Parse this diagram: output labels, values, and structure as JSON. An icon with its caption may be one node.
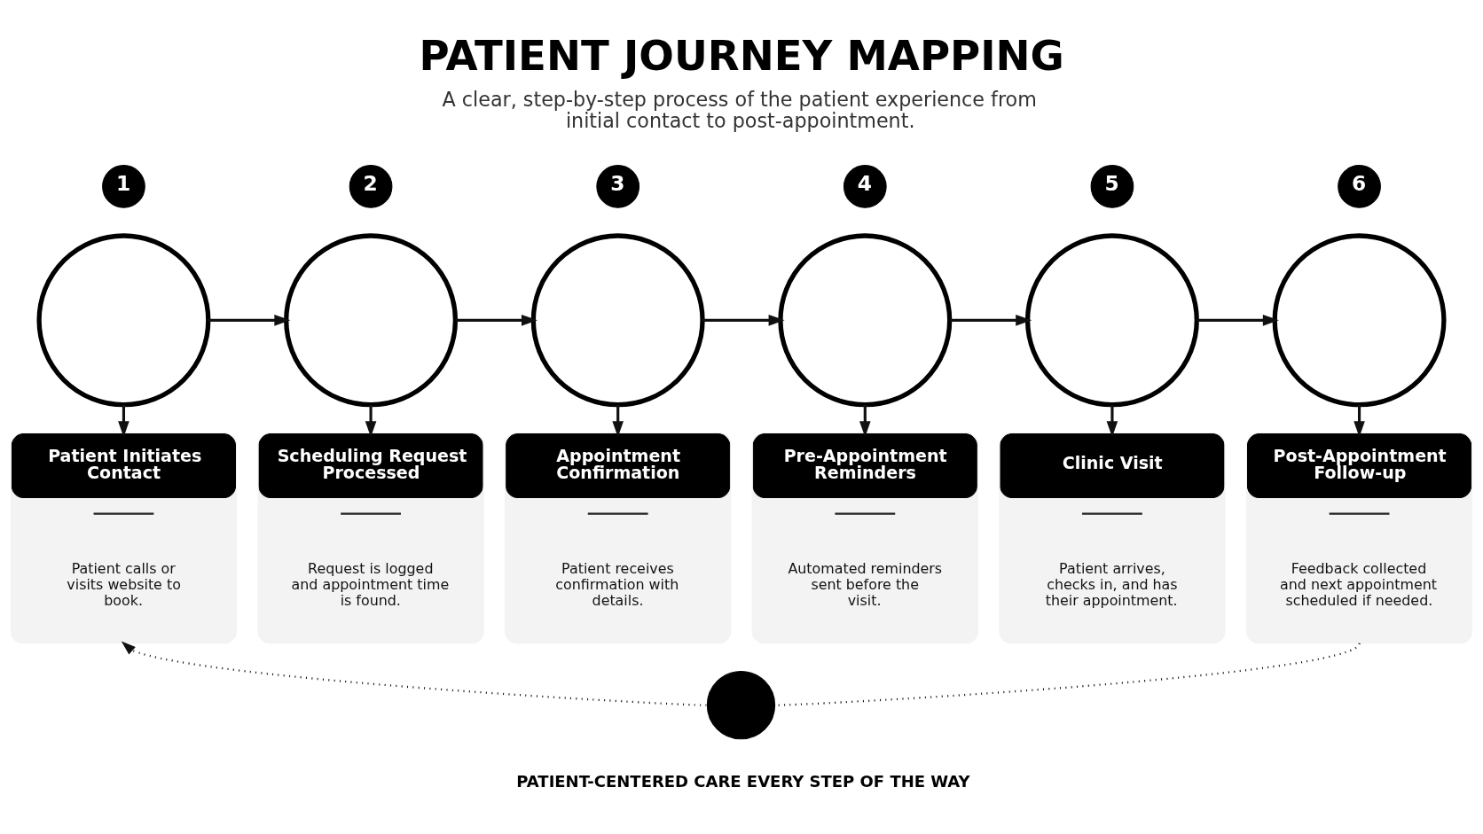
{
  "diagram": {
    "title": "PATIENT JOURNEY MAPPING",
    "nodes": [
      {
        "text": [
          "1"
        ]
      },
      {
        "text": [
          "2"
        ]
      },
      {
        "text": [
          "3"
        ]
      },
      {
        "text": [
          "4"
        ]
      },
      {
        "text": [
          "5"
        ]
      },
      {
        "text": [
          "6"
        ]
      },
      {
        "text": [],
        "shape": "circle"
      },
      {
        "text": [],
        "shape": "circle"
      },
      {
        "text": [],
        "shape": "circle"
      },
      {
        "text": [],
        "shape": "circle"
      },
      {
        "text": [],
        "shape": "circle"
      },
      {
        "text": [],
        "shape": "circle"
      },
      {
        "text": [
          "Patient Initiates Contact",
          "Patient calls or visits website to book."
        ]
      },
      {
        "text": [
          "Scheduling Request Processed",
          "Request is logged and appointment time is found."
        ]
      },
      {
        "text": [
          "Appointment Confirmation",
          "Patient receives confirmation with details."
        ]
      },
      {
        "text": [
          "Pre-Appointment Reminders",
          "Automated reminders sent before the visit."
        ]
      },
      {
        "text": [
          "Clinic Visit",
          "Patient arrives, checks in, and has their appointment."
        ]
      },
      {
        "text": [
          "Post-Appointment Follow-up",
          "Feedback collected and next appointment scheduled if needed."
        ]
      },
      {
        "text": [],
        "shape": "circle",
        "beside": [
          "PATIENT-CENTERED CARE EVERY STEP OF THE WAY"
        ]
      }
    ],
    "edges": [
      {
        "from": 6,
        "to": 7,
        "arrow": "to"
      },
      {
        "from": 7,
        "to": 8,
        "arrow": "to"
      },
      {
        "from": 8,
        "to": 9,
        "arrow": "to"
      },
      {
        "from": 9,
        "to": 10,
        "arrow": "to"
      },
      {
        "from": 10,
        "to": 11,
        "arrow": "to"
      },
      {
        "from": 6,
        "to": 12,
        "arrow": "to"
      },
      {
        "from": 7,
        "to": 13,
        "arrow": "to"
      },
      {
        "from": 8,
        "to": 14,
        "arrow": "to"
      },
      {
        "from": 9,
        "to": 15,
        "arrow": "to"
      },
      {
        "from": 10,
        "to": 16,
        "arrow": "to"
      },
      {
        "from": 11,
        "to": 17,
        "arrow": "to"
      },
      {
        "from": 17,
        "to": 18,
        "arrow": "none",
        "style": "dashed"
      },
      {
        "from": 18,
        "to": 12,
        "arrow": "to",
        "style": "dashed"
      }
    ],
    "labels": [
      "A clear, step-by-step process of the patient experience from initial contact to post-appointment."
    ]
  }
}
